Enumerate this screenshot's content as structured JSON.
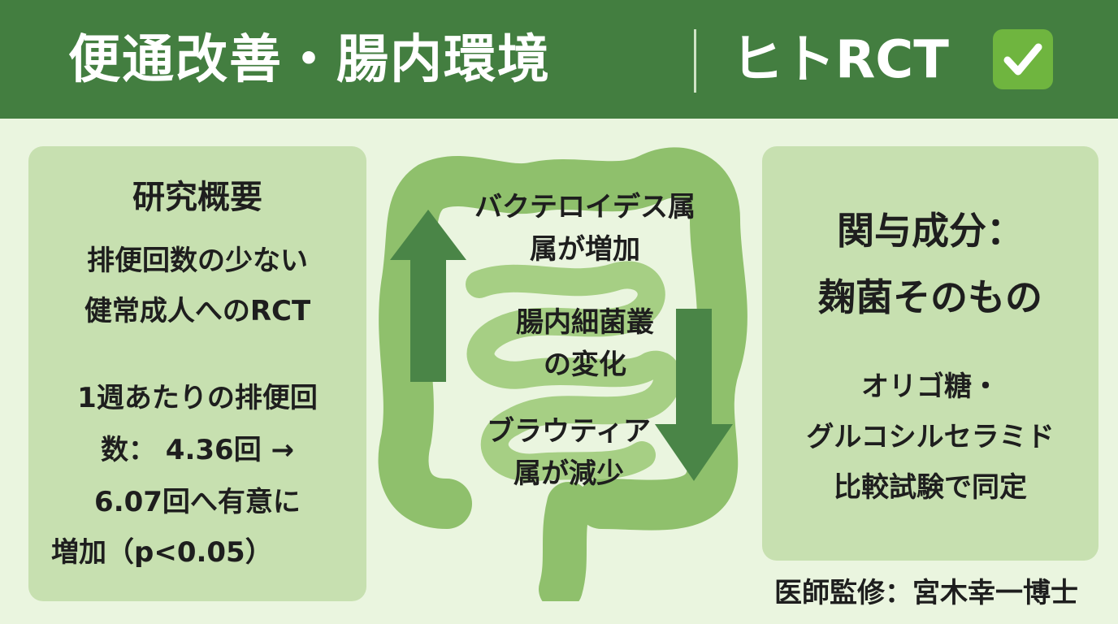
{
  "header": {
    "title": "便通改善・腸内環境",
    "title_right": "ヒトRCT",
    "check_icon": "check-mark-icon"
  },
  "left_panel": {
    "heading": "研究概要",
    "line1": "排便回数の少ない",
    "line2": "健常成人へのRCT",
    "stat1": "1週あたりの排便回",
    "stat2": "数： 4.36回 →",
    "stat3": "6.07回へ有意に",
    "stat4": "増加（p<0.05）"
  },
  "center": {
    "up_text1": "バクテロイデス属",
    "up_text2": "属が増加",
    "mid_text1": "腸内細菌叢",
    "mid_text2": "の変化",
    "down_text1": "ブラウティア",
    "down_text2": "属が減少",
    "up_arrow_icon": "arrow-up-icon",
    "down_arrow_icon": "arrow-down-icon"
  },
  "right_panel": {
    "heading1": "関与成分：",
    "heading2": "麹菌そのもの",
    "line1": "オリゴ糖・",
    "line2": "グルコシルセラミド",
    "line3": "比較試験で同定"
  },
  "footer": {
    "supervisor": "医師監修：宮木幸一博士"
  },
  "colors": {
    "header_bg": "#437e40",
    "page_bg": "#eaf5df",
    "panel_bg": "#c7e0b0",
    "intestine": "#8fc06c",
    "arrow": "#4a8547",
    "check_bg": "#6fb53f"
  }
}
